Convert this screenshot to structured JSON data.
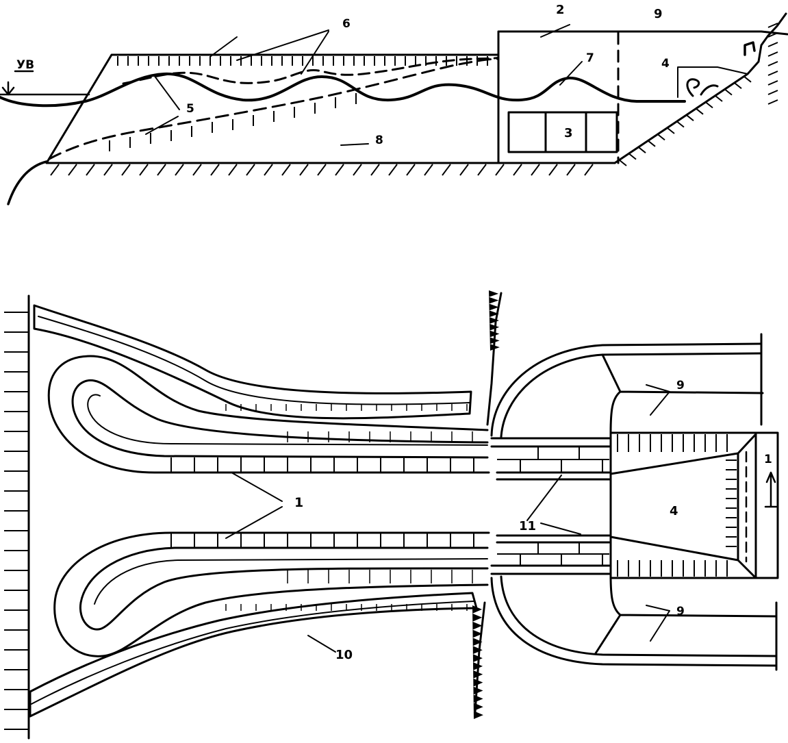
{
  "labels": {
    "water_level": "УВ",
    "top": {
      "l2": "2",
      "l3": "3",
      "l4": "4",
      "l5": "5",
      "l6": "6",
      "l7": "7",
      "l8": "8",
      "l9": "9"
    },
    "plan": {
      "l1a": "1",
      "l1b": "1",
      "l4": "4",
      "l9a": "9",
      "l9b": "9",
      "l10": "10",
      "l11": "11"
    }
  },
  "colors": {
    "ink": "#000000",
    "paper": "#ffffff"
  }
}
